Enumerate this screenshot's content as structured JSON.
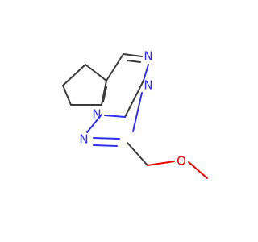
{
  "molecule": {
    "atoms": [
      {
        "id": "n4",
        "label": "N",
        "color": "#2f2ff0"
      },
      {
        "id": "n1",
        "label": "N",
        "color": "#2f2ff0"
      },
      {
        "id": "n2",
        "label": "N",
        "color": "#2f2ff0"
      },
      {
        "id": "n3",
        "label": "N",
        "color": "#2f2ff0"
      },
      {
        "id": "o1",
        "label": "O",
        "color": "#f00000"
      }
    ],
    "bond_color": "#3b3b3b"
  }
}
